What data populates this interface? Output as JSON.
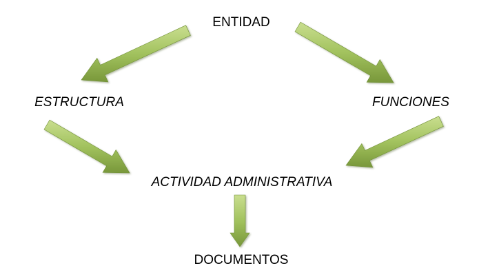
{
  "diagram": {
    "nodes": {
      "entidad": "ENTIDAD",
      "estructura": "ESTRUCTURA",
      "funciones": "FUNCIONES",
      "actividad": "ACTIVIDAD ADMINISTRATIVA",
      "documentos": "DOCUMENTOS"
    },
    "edges": [
      {
        "from": "ENTIDAD",
        "to": "ESTRUCTURA"
      },
      {
        "from": "ENTIDAD",
        "to": "FUNCIONES"
      },
      {
        "from": "ESTRUCTURA",
        "to": "ACTIVIDAD ADMINISTRATIVA"
      },
      {
        "from": "FUNCIONES",
        "to": "ACTIVIDAD ADMINISTRATIVA"
      },
      {
        "from": "ACTIVIDAD ADMINISTRATIVA",
        "to": "DOCUMENTOS"
      }
    ],
    "colors": {
      "arrow_light": "#c6dc8a",
      "arrow_mid": "#9fc05b",
      "arrow_dark": "#6f8f35",
      "text": "#000000"
    }
  }
}
